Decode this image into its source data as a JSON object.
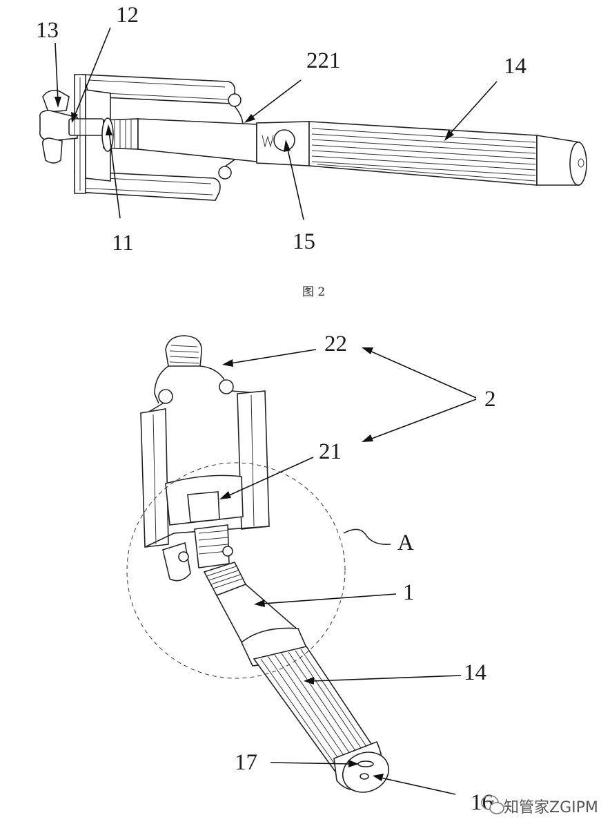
{
  "figure2": {
    "caption": "图 2",
    "labels": {
      "l13": "13",
      "l12": "12",
      "l221": "221",
      "l14": "14",
      "l11": "11",
      "l15": "15"
    }
  },
  "figure3": {
    "labels": {
      "l22": "22",
      "l2": "2",
      "l21": "21",
      "lA": "A",
      "l1": "1",
      "l14": "14",
      "l17": "17",
      "l16": "16"
    }
  },
  "watermark": {
    "text": "知管家ZGIPM",
    "icon": "wechat-icon"
  }
}
